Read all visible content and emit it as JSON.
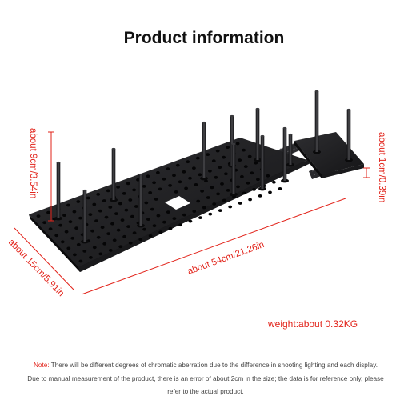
{
  "title": "Product information",
  "dimensions": {
    "height_label": "about 9cm/3.54in",
    "thickness_label": "about 1cm/0.39in",
    "width_label": "about 15cm/5.91in",
    "length_label": "about 54cm/21.26in"
  },
  "weight": "weight:about 0.32KG",
  "note": {
    "label": "Note:",
    "text": " There will be different degrees of chromatic aberration due to the difference in shooting lighting and each display. Due to manual measurement of the product, there is an error of about 2cm in the size; the data is for reference only, please refer to the actual product."
  },
  "colors": {
    "accent": "#e2231a",
    "product": "#1c1c1e"
  }
}
